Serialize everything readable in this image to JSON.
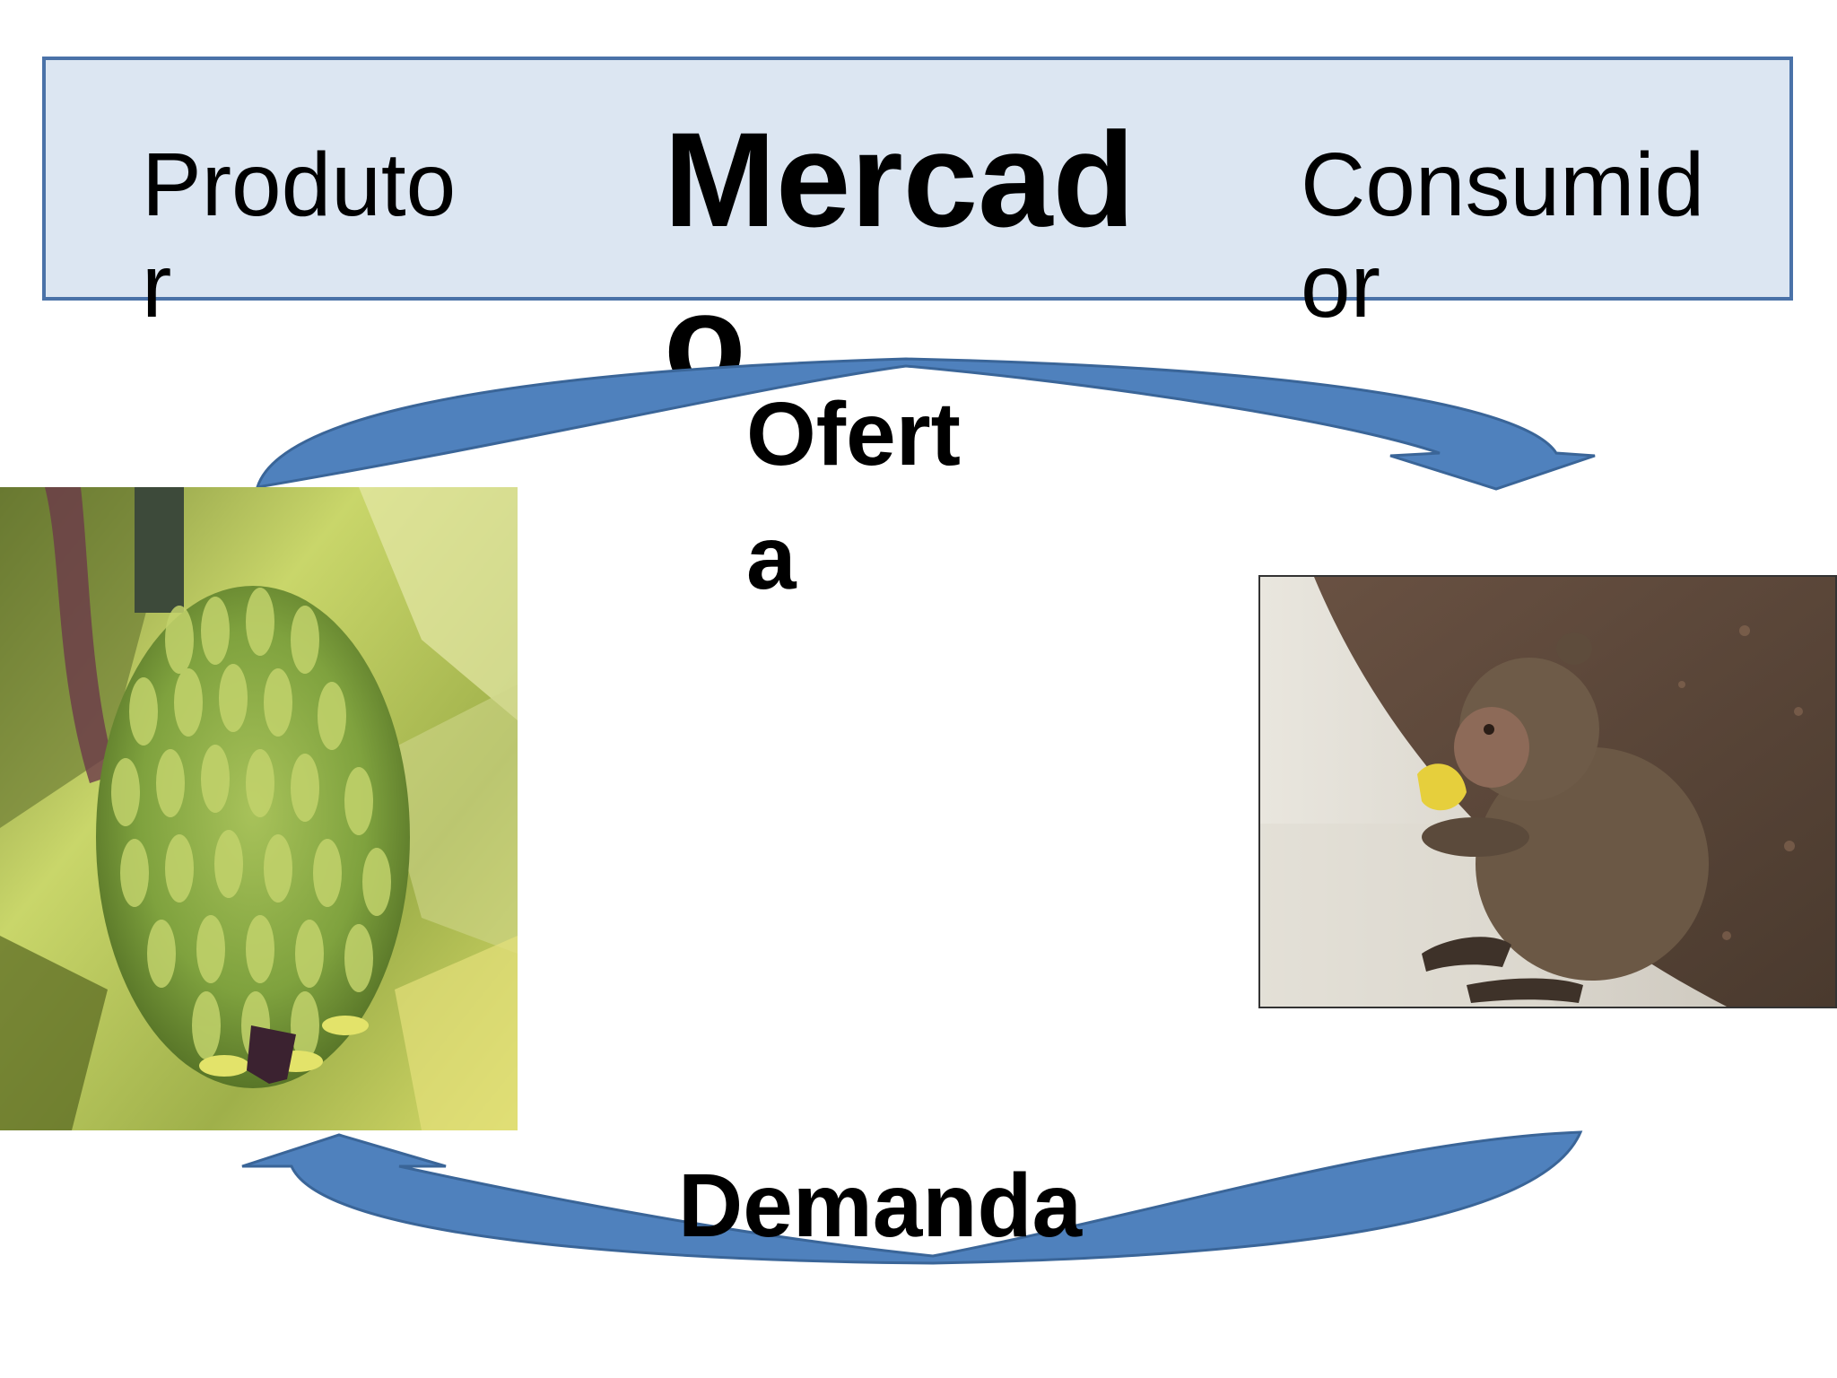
{
  "header": {
    "producer_label": "Produtor",
    "market_title": "Mercado",
    "consumer_label": "Consumidor"
  },
  "flows": {
    "supply_label": "Oferta",
    "demand_label": "Demanda"
  },
  "images": {
    "producer_image": "banana-bunch",
    "consumer_image": "monkey-eating-banana"
  },
  "colors": {
    "box_fill": "#dce6f2",
    "box_border": "#4a72a8",
    "arrow_fill": "#4f81bd",
    "arrow_stroke": "#3a6598"
  }
}
